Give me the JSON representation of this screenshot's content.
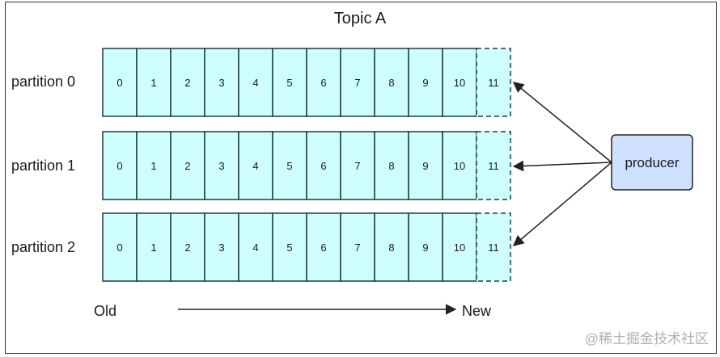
{
  "title": "Topic A",
  "partitions": [
    {
      "label": "partition 0",
      "offsets": [
        "0",
        "1",
        "2",
        "3",
        "4",
        "5",
        "6",
        "7",
        "8",
        "9",
        "10"
      ],
      "next_offset": "11"
    },
    {
      "label": "partition 1",
      "offsets": [
        "0",
        "1",
        "2",
        "3",
        "4",
        "5",
        "6",
        "7",
        "8",
        "9",
        "10"
      ],
      "next_offset": "11"
    },
    {
      "label": "partition 2",
      "offsets": [
        "0",
        "1",
        "2",
        "3",
        "4",
        "5",
        "6",
        "7",
        "8",
        "9",
        "10"
      ],
      "next_offset": "11"
    }
  ],
  "producer": {
    "label": "producer"
  },
  "axis": {
    "old_label": "Old",
    "new_label": "New"
  },
  "watermark": "@稀土掘金技术社区",
  "colors": {
    "cell_fill": "#ccfffe",
    "producer_fill": "#cfe0ff",
    "stroke": "#1f3b3b",
    "arrow": "#222222"
  }
}
